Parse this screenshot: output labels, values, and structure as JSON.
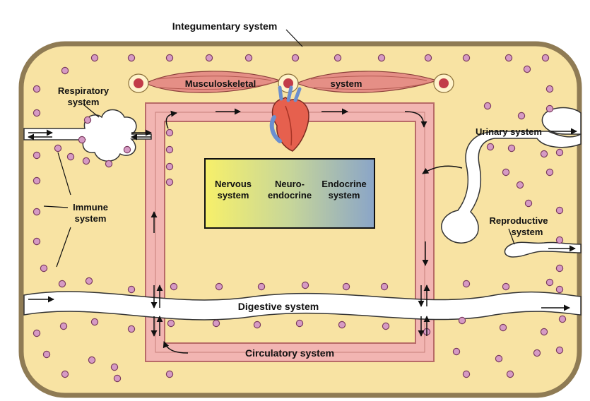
{
  "labels": {
    "integumentary": "Integumentary system",
    "respiratory_1": "Respiratory",
    "respiratory_2": "system",
    "musculoskeletal": "Musculoskeletal",
    "system_word": "system",
    "immune_1": "Immune",
    "immune_2": "system",
    "nervous_1": "Nervous",
    "nervous_2": "system",
    "neuro_1": "Neuro-",
    "neuro_2": "endocrine",
    "endocrine_1": "Endocrine",
    "endocrine_2": "system",
    "urinary": "Urinary system",
    "reproductive_1": "Reproductive",
    "reproductive_2": "system",
    "digestive": "Digestive system",
    "circulatory": "Circulatory system"
  },
  "colors": {
    "body_fill": "#f8e3a3",
    "body_border": "#8f7b54",
    "vessel_fill": "#f2b5b2",
    "vessel_stroke": "#b86a68",
    "cell_fill": "#d69ac4",
    "cell_stroke": "#7a3a5e",
    "muscle": "#e58f86",
    "gradient_start": "#f7f06a",
    "gradient_end": "#8aa5c8"
  },
  "icons": [
    "heart-icon",
    "muscle-icon",
    "lung-icon",
    "bladder-icon"
  ]
}
